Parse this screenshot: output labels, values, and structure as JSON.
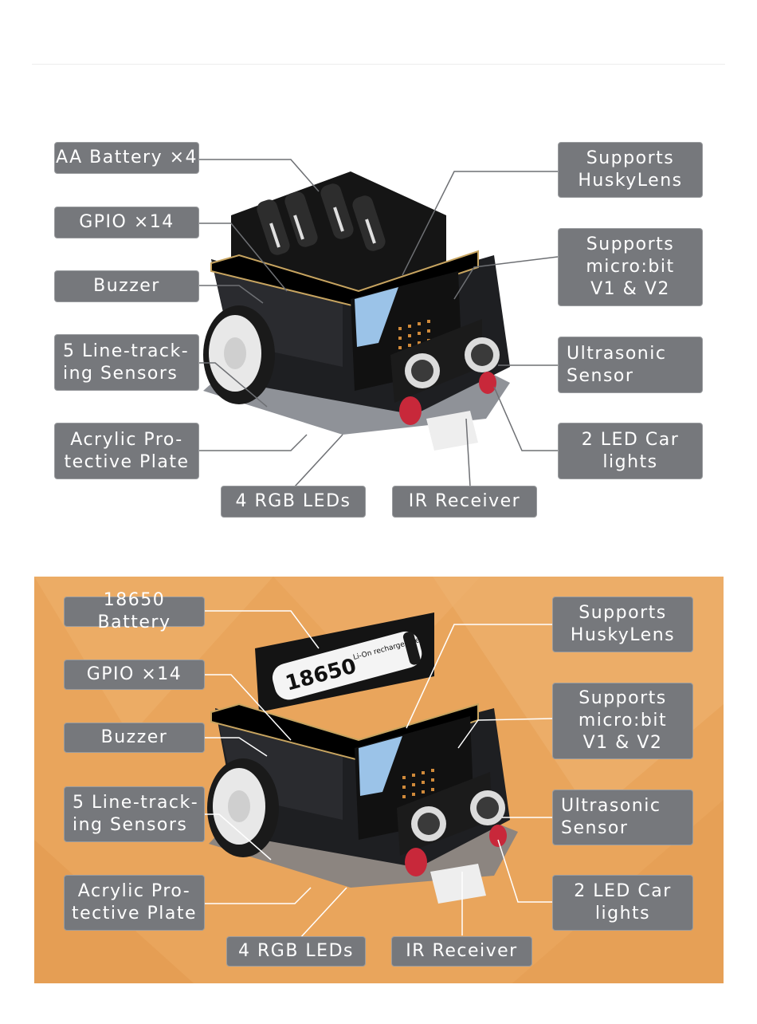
{
  "panel1": {
    "labels": {
      "battery": "AA Battery ×4",
      "gpio": "GPIO ×14",
      "buzzer": "Buzzer",
      "line_tracking": "5 Line-track-\ning Sensors",
      "acrylic": "Acrylic Pro-\ntective Plate",
      "rgb": "4 RGB LEDs",
      "ir": "IR Receiver",
      "huskylens": "Supports\nHuskyLens",
      "microbit": "Supports\nmicro:bit\nV1 & V2",
      "ultrasonic": "Ultrasonic\nSensor",
      "led_lights": "2 LED Car\nlights"
    }
  },
  "panel2": {
    "background_color": "#e9a55c",
    "battery_print": "18650",
    "battery_sub": "Li-On rechargeable",
    "labels": {
      "battery": "18650 Battery",
      "gpio": "GPIO ×14",
      "buzzer": "Buzzer",
      "line_tracking": "5 Line-track-\ning Sensors",
      "acrylic": "Acrylic Pro-\ntective Plate",
      "rgb": "4 RGB LEDs",
      "ir": "IR Receiver",
      "huskylens": "Supports\nHuskyLens",
      "microbit": "Supports\nmicro:bit\nV1 & V2",
      "ultrasonic": "Ultrasonic\nSensor",
      "led_lights": "2 LED Car\nlights"
    }
  },
  "colors": {
    "label_bg": "#76787c",
    "label_text": "#ffffff",
    "leader": "#6e7074"
  }
}
